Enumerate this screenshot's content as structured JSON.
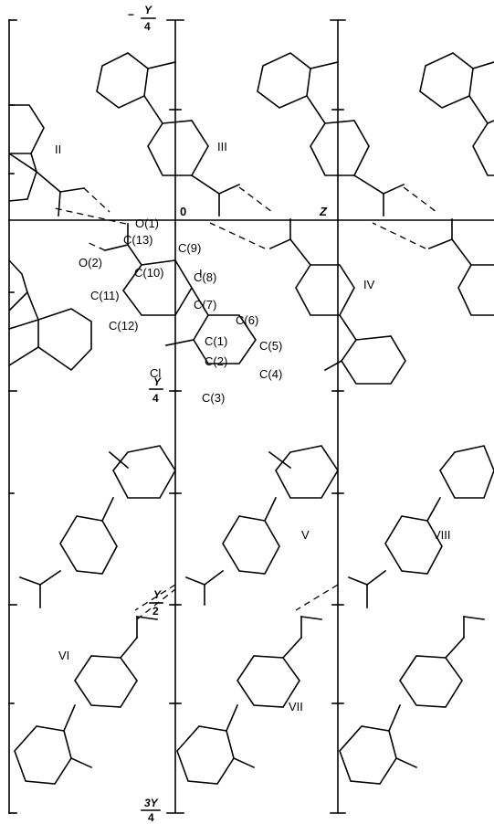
{
  "axes": {
    "origin": "0",
    "z_axis": "Z",
    "y_marks": [
      {
        "num": "Y",
        "den": "4",
        "sign": "−"
      },
      {
        "num": "Y",
        "den": "4",
        "sign": ""
      },
      {
        "num": "Y",
        "den": "2",
        "sign": ""
      },
      {
        "num": "3Y",
        "den": "4",
        "sign": ""
      }
    ]
  },
  "atoms": [
    "O(1)",
    "O(2)",
    "C(13)",
    "C(9)",
    "C(10)",
    "C(8)",
    "C(11)",
    "C(7)",
    "C(12)",
    "C(6)",
    "C(1)",
    "C(5)",
    "C(2)",
    "Cl",
    "C(4)",
    "C(3)"
  ],
  "molecules": [
    "I",
    "II",
    "III",
    "IV",
    "V",
    "VI",
    "VII",
    "VIII"
  ]
}
